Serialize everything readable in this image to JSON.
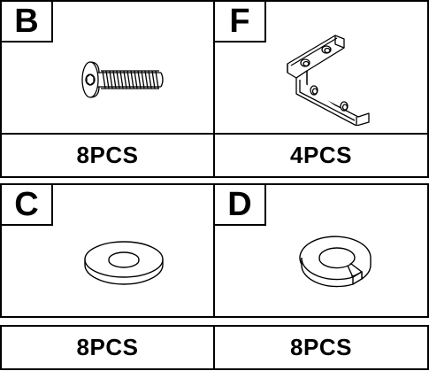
{
  "parts": [
    {
      "letter": "B",
      "quantity": "8PCS",
      "icon": "screw-icon"
    },
    {
      "letter": "F",
      "quantity": "4PCS",
      "icon": "l-bracket-icon"
    },
    {
      "letter": "C",
      "quantity": "8PCS",
      "icon": "flat-washer-icon"
    },
    {
      "letter": "D",
      "quantity": "8PCS",
      "icon": "spring-washer-icon"
    }
  ]
}
